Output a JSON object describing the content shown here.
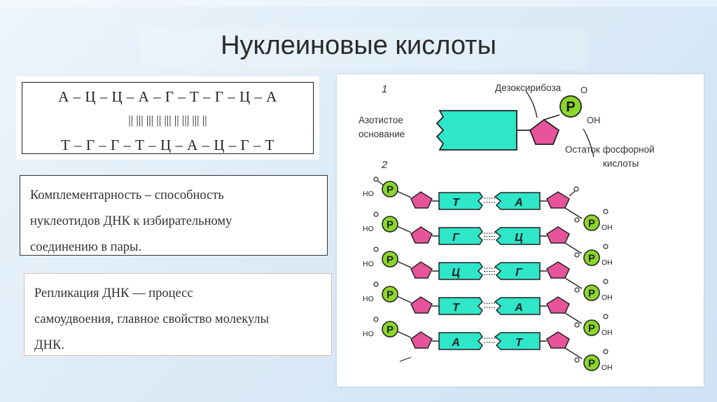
{
  "title": "Нуклеиновые кислоты",
  "sequence": {
    "top": "А – Ц – Ц – А – Г – Т – Г – Ц – А",
    "bonds": "||    |||    |||    ||    |||    ||    |||    |||    ||",
    "bottom": "Т – Г – Г – Т – Ц – А – Ц – Г – Т"
  },
  "complementarity": {
    "lines": [
      "Комплементарность  –  способность",
      "нуклеотидов ДНК к избирательному",
      "соединению в пары."
    ]
  },
  "replication": {
    "lines": [
      "Репликация ДНК –– процесс",
      "самоудвоения, главное свойство молекулы",
      "ДНК."
    ]
  },
  "diagram": {
    "label_1": "1",
    "label_2": "2",
    "base_label_line1": "Азотистое",
    "base_label_line2": "основание",
    "sugar_label": "Дезоксирибоза",
    "phosphate_label_line1": "Остаток фосфорной",
    "phosphate_label_line2": "кислоты",
    "phosphate_letter": "P",
    "oh": "OH",
    "ho": "HO",
    "o": "O",
    "pairs": [
      {
        "left": "Т",
        "right": "А"
      },
      {
        "left": "Г",
        "right": "Ц"
      },
      {
        "left": "Ц",
        "right": "Г"
      },
      {
        "left": "Т",
        "right": "А"
      },
      {
        "left": "А",
        "right": "Т"
      }
    ],
    "colors": {
      "base": "#2ee6c8",
      "sugar": "#e8549a",
      "phosphate": "#8bd62a"
    }
  }
}
